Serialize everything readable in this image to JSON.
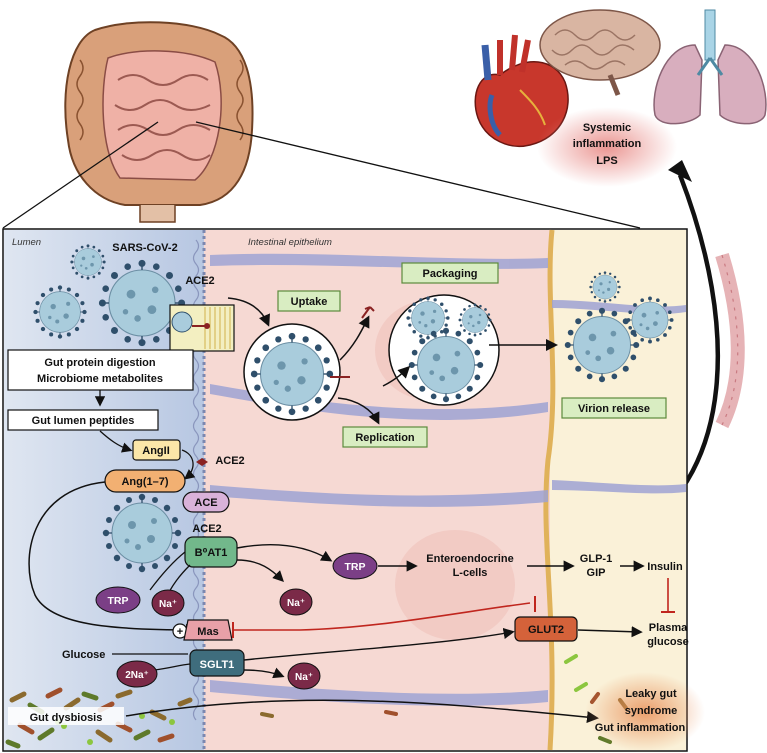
{
  "organs": {
    "systemic_label_1": "Systemic",
    "systemic_label_2": "inflammation",
    "systemic_label_3": "LPS"
  },
  "regions": {
    "lumen": "Lumen",
    "epithelium": "Intestinal epithelium"
  },
  "virus": {
    "name": "SARS-CoV-2",
    "receptor_1": "ACE2",
    "receptor_2": "ACE2",
    "receptor_3": "ACE2"
  },
  "steps": {
    "uptake": "Uptake",
    "packaging": "Packaging",
    "replication": "Replication",
    "release": "Virion release"
  },
  "lumen_boxes": {
    "digestion_1": "Gut protein digestion",
    "digestion_2": "Microbiome metabolites",
    "peptides": "Gut lumen peptides"
  },
  "ras": {
    "angii": "AngII",
    "ang17": "Ang(1–7)",
    "ace": "ACE",
    "mas": "Mas",
    "plus": "+"
  },
  "transport": {
    "b0at1": "B⁰AT1",
    "trp_lumen": "TRP",
    "trp_cell": "TRP",
    "na_1": "Na⁺",
    "na_2": "Na⁺",
    "na_3": "Na⁺",
    "two_na": "2Na⁺",
    "sglt1": "SGLT1",
    "glut2": "GLUT2",
    "glucose": "Glucose"
  },
  "endocrine": {
    "cells_1": "Enteroendocrine",
    "cells_2": "L-cells",
    "glp1": "GLP-1",
    "gip": "GIP",
    "insulin": "Insulin",
    "plasma_1": "Plasma",
    "plasma_2": "glucose"
  },
  "outcomes": {
    "dysbiosis": "Gut dysbiosis",
    "leaky_1": "Leaky gut",
    "leaky_2": "syndrome",
    "inflammation": "Gut inflammation"
  },
  "colors": {
    "lumen_bg": "#c9d6ea",
    "epithelium_bg": "#f6d9d3",
    "basal_bg": "#faf1d8",
    "villus_purple": "#9fa3d4",
    "virus_body": "#a9ccdc",
    "virus_spike": "#2f4f6b",
    "step_box": "#d9edc2",
    "inhibit_red": "#c0261e",
    "trp_purple": "#7b3f86",
    "b0at1_green": "#72b88b",
    "sglt1_teal": "#3f6d7d",
    "glut2_orange": "#d4623a",
    "mas_pink": "#e8a0a8"
  }
}
